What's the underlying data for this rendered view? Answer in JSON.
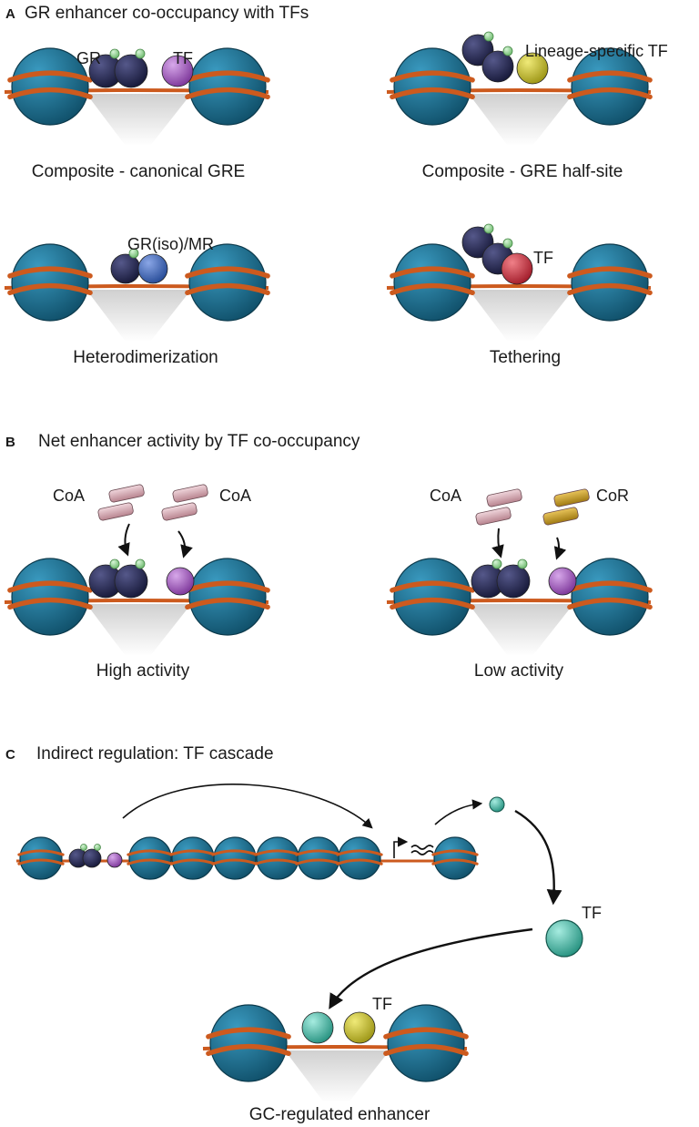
{
  "panels": {
    "a": {
      "letter": "A",
      "title": "GR enhancer co-occupancy with TFs",
      "composite_canonical": {
        "gr_label": "GR",
        "tf_label": "TF",
        "caption": "Composite - canonical GRE"
      },
      "composite_half": {
        "tf_label": "Lineage-specific TF",
        "caption": "Composite - GRE half-site"
      },
      "heterodimer": {
        "label": "GR(iso)/MR",
        "caption": "Heterodimerization"
      },
      "tethering": {
        "tf_label": "TF",
        "caption": "Tethering"
      }
    },
    "b": {
      "letter": "B",
      "title": "Net enhancer activity by TF co-occupancy",
      "high": {
        "coa_left": "CoA",
        "coa_right": "CoA",
        "caption": "High activity"
      },
      "low": {
        "coa_label": "CoA",
        "cor_label": "CoR",
        "caption": "Low activity"
      }
    },
    "c": {
      "letter": "C",
      "title": "Indirect regulation: TF cascade",
      "tf_label": "TF",
      "bottom_tf_label": "TF",
      "caption": "GC-regulated enhancer"
    }
  },
  "colors": {
    "nucleosome": "#1f6e8c",
    "dna": "#cc5a1e",
    "gr": "#2a2c57",
    "ligand": "#8fd18f",
    "tf_purple": "#a05cc0",
    "tf_yellow": "#c9c21f",
    "mr_blue": "#3a64b8",
    "tf_red": "#cc2f3c",
    "tf_teal": "#3fb8a6",
    "coactivator": "#d6aab4",
    "corepressor": "#c99a2a",
    "enhancer_shade": "#dcdcdc"
  }
}
